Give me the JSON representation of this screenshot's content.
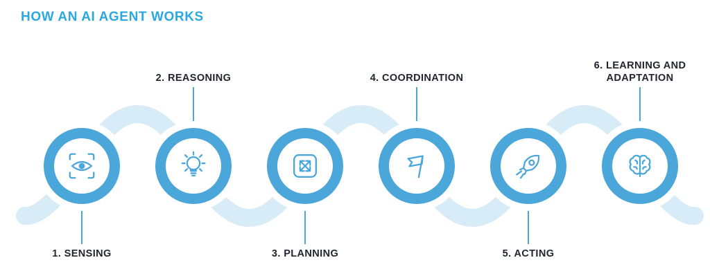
{
  "title": "HOW AN AI AGENT WORKS",
  "colors": {
    "accent_blue": "#29a8e1",
    "ring_blue": "#4ba7da",
    "ribbon_light_blue": "#d8ecf8",
    "label_dark": "#21252e"
  },
  "steps": [
    {
      "label": "1. SENSING",
      "icon": "eye-scan-icon",
      "label_position": "below"
    },
    {
      "label": "2. REASONING",
      "icon": "lightbulb-icon",
      "label_position": "above"
    },
    {
      "label": "3. PLANNING",
      "icon": "expand-arrows-icon",
      "label_position": "below"
    },
    {
      "label": "4. COORDINATION",
      "icon": "flag-icon",
      "label_position": "above"
    },
    {
      "label": "5. ACTING",
      "icon": "rocket-icon",
      "label_position": "below"
    },
    {
      "label": "6. LEARNING AND ADAPTATION",
      "icon": "brain-icon",
      "label_position": "above"
    }
  ]
}
